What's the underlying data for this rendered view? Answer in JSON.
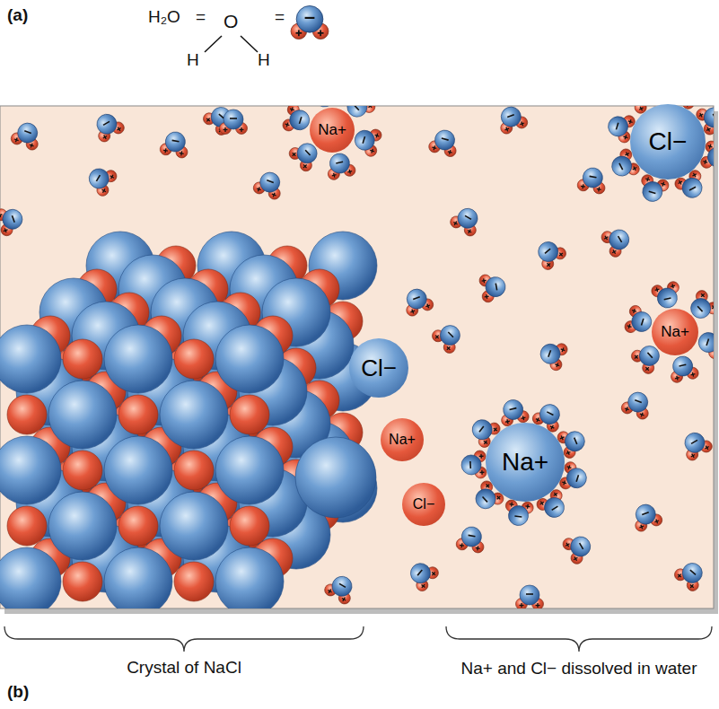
{
  "diagram": {
    "nodes": [
      {
        "text": [
          "Na+"
        ]
      },
      {
        "text": [
          "Cl−"
        ]
      },
      {
        "text": [
          "Na+"
        ]
      },
      {
        "text": [
          "Cl−"
        ]
      },
      {
        "text": [
          "Na+"
        ]
      },
      {
        "text": [
          "Cl−"
        ]
      },
      {
        "text": [
          "Na+"
        ]
      }
    ],
    "labels": [
      "(a)",
      "H₂O",
      "=",
      "O",
      "H",
      "H",
      "=",
      "Crystal of NaCl",
      "Na+ and Cl− dissolved in water",
      "(b)"
    ]
  }
}
